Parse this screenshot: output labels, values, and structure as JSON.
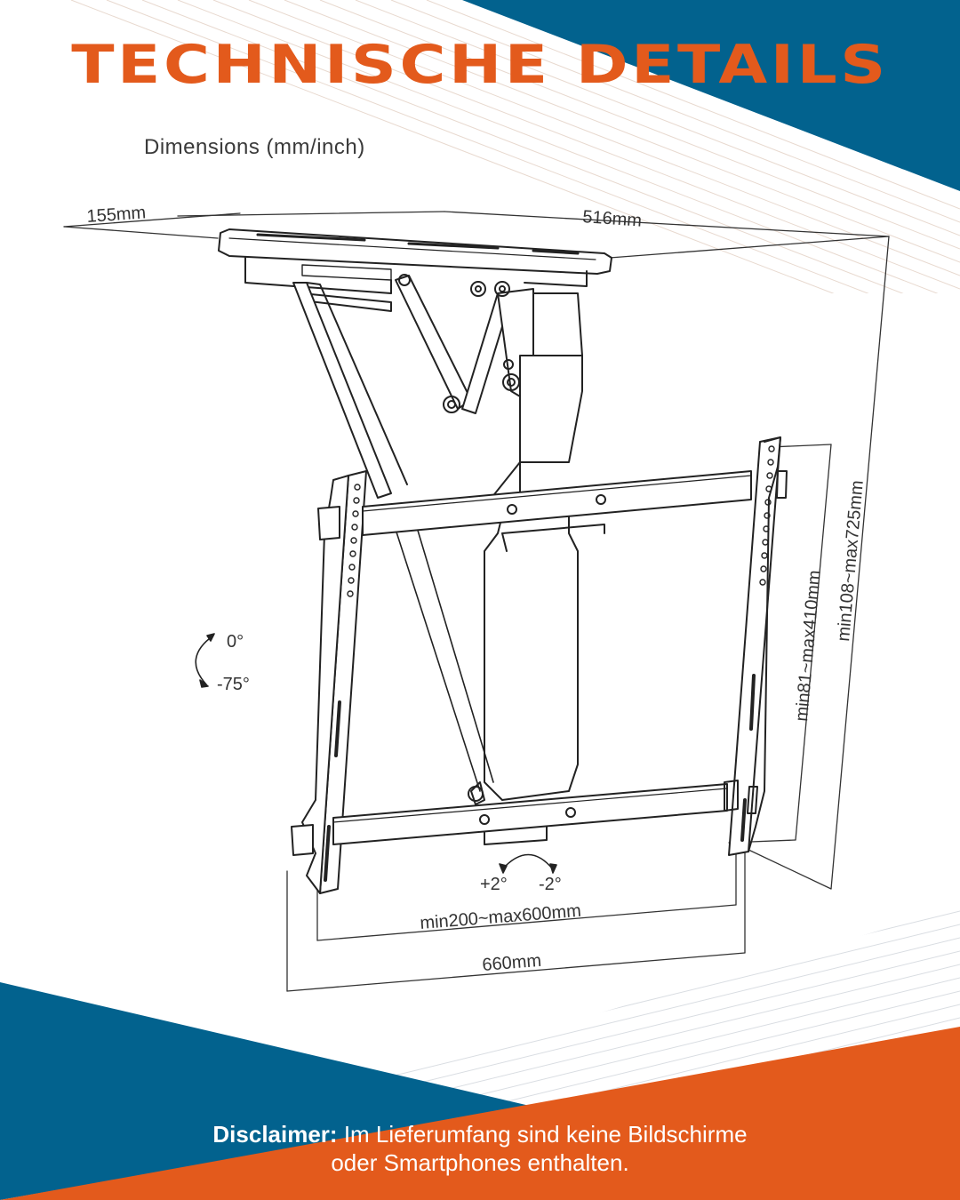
{
  "header": {
    "title": "TECHNISCHE DETAILS",
    "subtitle": "Dimensions (mm/inch)"
  },
  "colors": {
    "accent_orange": "#e35a1c",
    "accent_blue": "#02628e",
    "line_drawing": "#222222"
  },
  "dimensions": {
    "depth": "155mm",
    "plate_width": "516mm",
    "vesa_height": "min81~max410mm",
    "total_height": "min108~max725mm",
    "vesa_width": "min200~max600mm",
    "frame_width": "660mm"
  },
  "rotation": {
    "tilt_top": "0°",
    "tilt_bottom": "-75°",
    "swivel_left": "+2°",
    "swivel_right": "-2°"
  },
  "footer": {
    "disclaimer_label": "Disclaimer:",
    "disclaimer_line1": " Im Lieferumfang sind keine Bildschirme",
    "disclaimer_line2": "oder Smartphones enthalten."
  }
}
